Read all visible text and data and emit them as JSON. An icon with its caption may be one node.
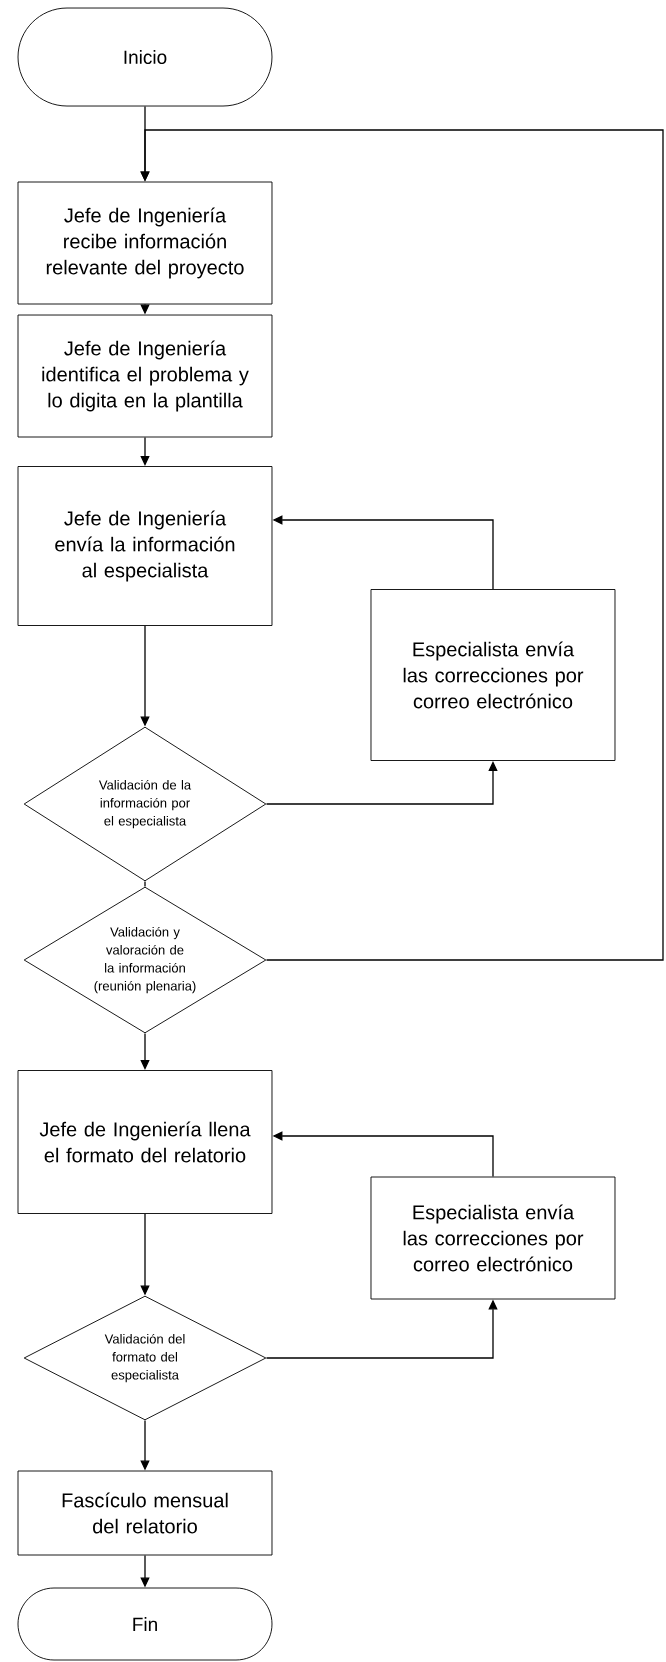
{
  "diagram": {
    "nodes": [
      {
        "text": [
          "Inicio"
        ]
      },
      {
        "text": [
          "Jefe de Ingeniería recibe información relevante del proyecto"
        ]
      },
      {
        "text": [
          "Jefe de Ingeniería identifica el problema y lo digita en la plantilla"
        ]
      },
      {
        "text": [
          "Jefe de Ingeniería envía la información al especialista"
        ]
      },
      {
        "text": [
          "Especialista envía las correcciones por correo electrónico"
        ]
      },
      {
        "text": [
          "Validación de la información por el especialista"
        ]
      },
      {
        "text": [
          "Validación y valoración de la información (reunión plenaria)"
        ]
      },
      {
        "text": [
          "Jefe de Ingeniería llena el formato del relatorio"
        ]
      },
      {
        "text": [
          "Especialista envía las correcciones por correo electrónico"
        ]
      },
      {
        "text": [
          "Validación del formato del especialista"
        ]
      },
      {
        "text": [
          "Fascículo mensual del relatorio"
        ]
      },
      {
        "text": [
          "Fin"
        ]
      }
    ],
    "edges": [
      {
        "from": 0,
        "to": 1,
        "arrow": "to"
      },
      {
        "from": 1,
        "to": 2,
        "arrow": "to"
      },
      {
        "from": 2,
        "to": 3,
        "arrow": "to"
      },
      {
        "from": 3,
        "to": 5,
        "arrow": "to"
      },
      {
        "from": 5,
        "to": 4,
        "arrow": "to"
      },
      {
        "from": 4,
        "to": 3,
        "arrow": "to"
      },
      {
        "from": 5,
        "to": 6,
        "arrow": "none"
      },
      {
        "from": 6,
        "to": 1,
        "arrow": "to"
      },
      {
        "from": 6,
        "to": 7,
        "arrow": "to"
      },
      {
        "from": 7,
        "to": 9,
        "arrow": "to"
      },
      {
        "from": 9,
        "to": 8,
        "arrow": "to"
      },
      {
        "from": 8,
        "to": 7,
        "arrow": "to"
      },
      {
        "from": 9,
        "to": 10,
        "arrow": "to"
      },
      {
        "from": 10,
        "to": 11,
        "arrow": "to"
      }
    ]
  }
}
